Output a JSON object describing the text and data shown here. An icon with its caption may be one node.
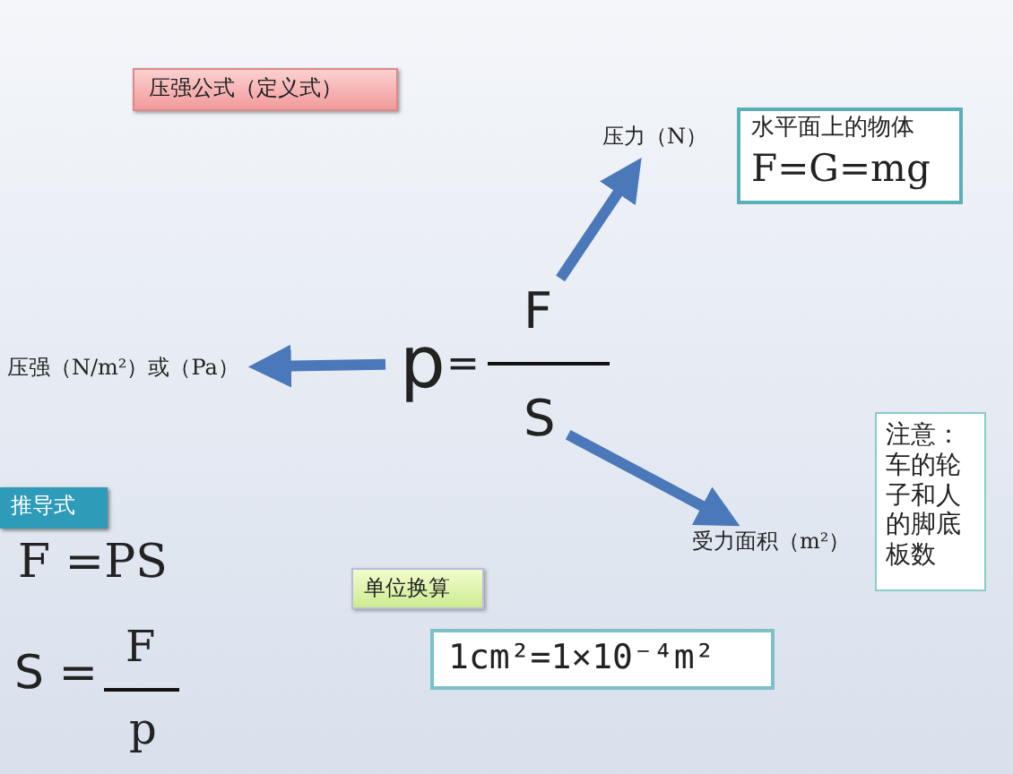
{
  "diagram": {
    "nodes": [
      {
        "text": [
          "压强公式（定义式）"
        ]
      },
      {
        "text": [
          "p"
        ]
      },
      {
        "text": [
          "F"
        ]
      },
      {
        "text": [
          "S"
        ]
      },
      {
        "text": [
          "压力（N）"
        ]
      },
      {
        "text": [
          "水平面上的物体",
          "F=G=mg"
        ]
      },
      {
        "text": [
          "压强（N/m²）或（Pa）"
        ]
      },
      {
        "text": [
          "受力面积（m²）"
        ]
      },
      {
        "text": [
          "注意：车的轮子和人的脚底板数"
        ]
      },
      {
        "text": [
          "推导式"
        ]
      },
      {
        "text": [
          "单位换算"
        ]
      },
      {
        "text": [
          "1cm²=1×10⁻⁴m²"
        ]
      }
    ],
    "edges": [
      {
        "from": 2,
        "to": 4,
        "arrow": "to"
      },
      {
        "from": 1,
        "to": 6,
        "arrow": "to"
      },
      {
        "from": 3,
        "to": 7,
        "arrow": "to"
      }
    ],
    "labels": [
      "=",
      "F =PS",
      "S =",
      "F",
      "p"
    ]
  }
}
